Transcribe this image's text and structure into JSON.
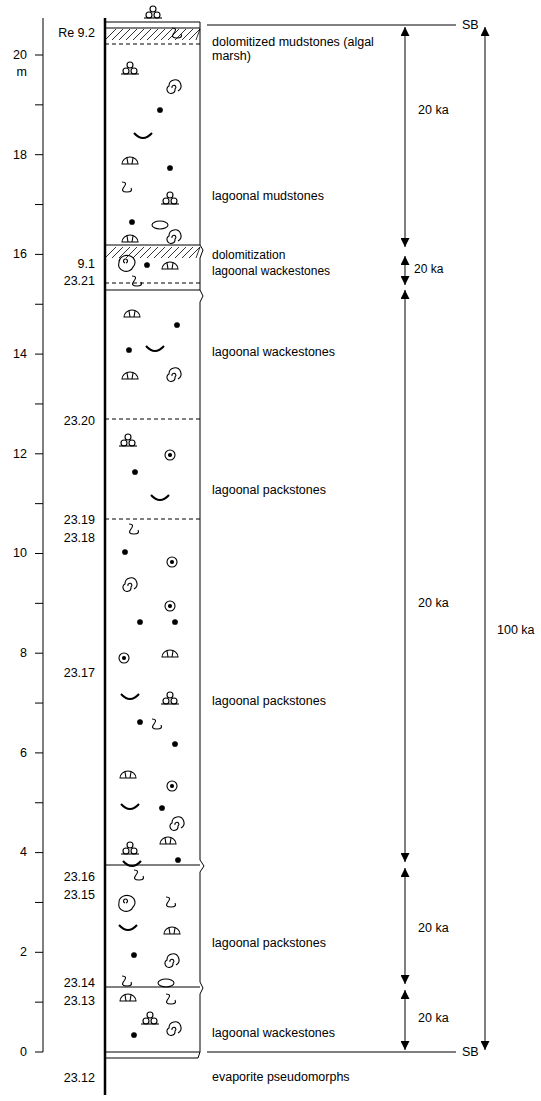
{
  "diagram": {
    "labels": [
      "20",
      "m",
      "18",
      "16",
      "14",
      "12",
      "10",
      "8",
      "6",
      "4",
      "2",
      "0",
      "Re 9.2",
      "9.1",
      "23.21",
      "23.20",
      "23.19",
      "23.18",
      "23.17",
      "23.16",
      "23.15",
      "23.14",
      "23.13",
      "23.12",
      "dolomitized mudstones (algal marsh)",
      "lagoonal mudstones",
      "dolomitization",
      "lagoonal wackestones",
      "lagoonal wackestones",
      "lagoonal packstones",
      "lagoonal packstones",
      "lagoonal packstones",
      "lagoonal wackestones",
      "evaporite pseudomorphs",
      "SB",
      "SB",
      "20 ka",
      "20 ka",
      "20 ka",
      "20 ka",
      "20 ka",
      "100 ka"
    ]
  }
}
